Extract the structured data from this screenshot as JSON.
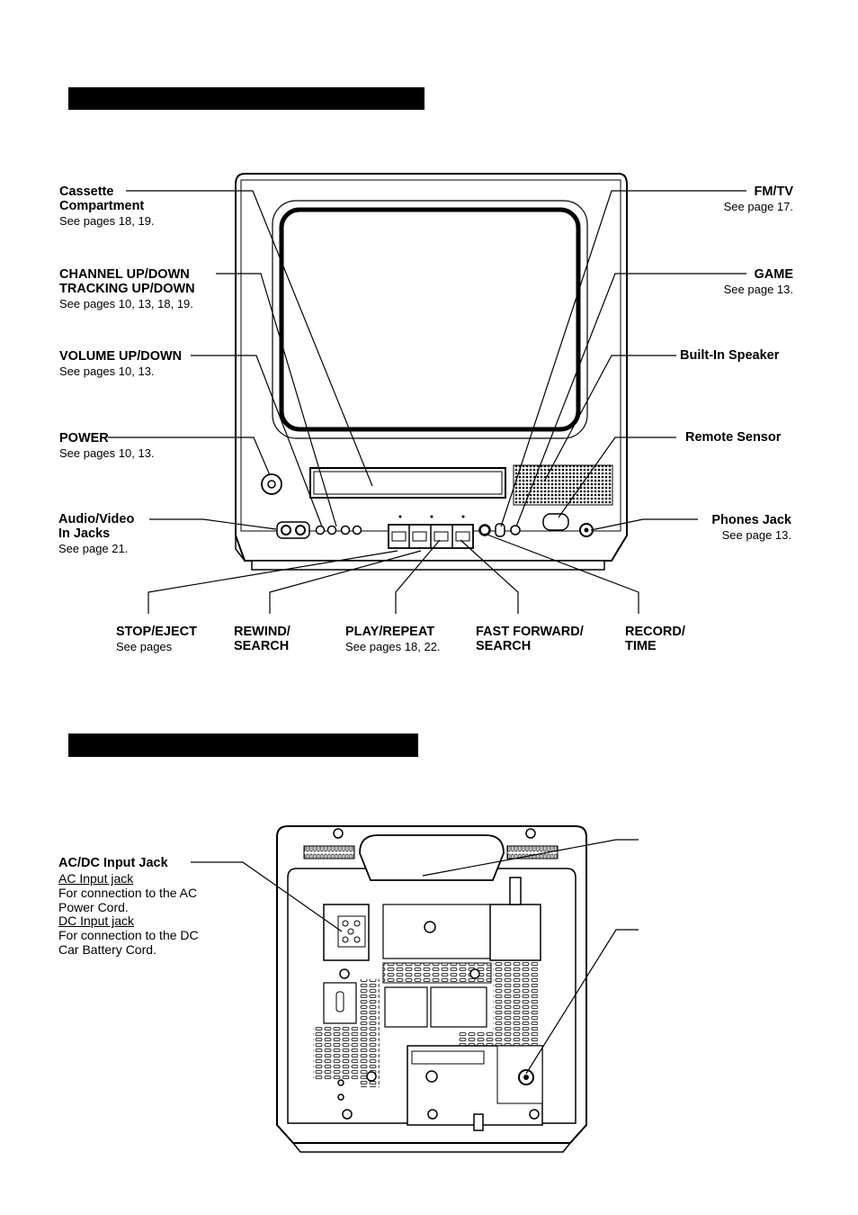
{
  "front": {
    "labels": {
      "cassette": {
        "line1": "Cassette",
        "line2": "Compartment",
        "ref": "See pages 18, 19."
      },
      "channel": {
        "line1": "CHANNEL UP/DOWN",
        "line2": "TRACKING UP/DOWN",
        "ref": "See pages 10, 13, 18, 19."
      },
      "volume": {
        "line1": "VOLUME UP/DOWN",
        "ref": "See pages 10, 13."
      },
      "power": {
        "line1": "POWER",
        "ref": "See pages 10, 13."
      },
      "av_jacks": {
        "line1": "Audio/Video",
        "line2": "In Jacks",
        "ref": "See page 21."
      },
      "fmtv": {
        "line1": "FM/TV",
        "ref": "See page 17."
      },
      "game": {
        "line1": "GAME",
        "ref": "See page 13."
      },
      "speaker": {
        "line1": "Built-In Speaker"
      },
      "sensor": {
        "line1": "Remote Sensor"
      },
      "phones": {
        "line1": "Phones Jack",
        "ref": "See page 13."
      },
      "stop": {
        "line1": "STOP/EJECT",
        "ref": "See pages"
      },
      "rewind": {
        "line1": "REWIND/",
        "line2": "SEARCH"
      },
      "play": {
        "line1": "PLAY/REPEAT",
        "ref": "See pages 18, 22."
      },
      "ffwd": {
        "line1": "FAST FORWARD/",
        "line2": "SEARCH"
      },
      "record": {
        "line1": "RECORD/",
        "line2": "TIME"
      }
    }
  },
  "rear": {
    "acdc": {
      "title": "AC/DC Input Jack",
      "ac_heading": "AC Input jack",
      "ac_desc_1": "For connection to the AC",
      "ac_desc_2": "Power Cord.",
      "dc_heading": "DC Input jack",
      "dc_desc_1": "For connection to the DC",
      "dc_desc_2": "Car Battery Cord."
    }
  }
}
